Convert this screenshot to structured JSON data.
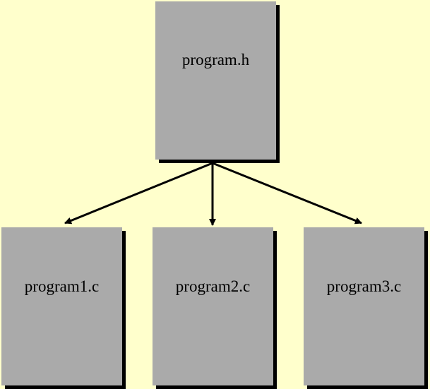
{
  "diagram": {
    "background": "#ffffcc",
    "box_fill": "#aaaaaa",
    "shadow_color": "#000000",
    "arrow_color": "#000000",
    "header_file": {
      "label": "program.h"
    },
    "source_files": [
      {
        "label": "program1.c"
      },
      {
        "label": "program2.c"
      },
      {
        "label": "program3.c"
      }
    ],
    "edges": [
      {
        "from": "program.h",
        "to": "program1.c"
      },
      {
        "from": "program.h",
        "to": "program2.c"
      },
      {
        "from": "program.h",
        "to": "program3.c"
      }
    ]
  }
}
